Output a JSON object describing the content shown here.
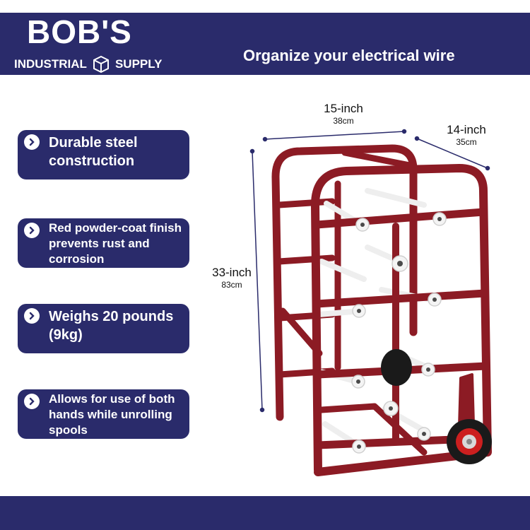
{
  "brand": {
    "name": "BOB'S",
    "sub_left": "INDUSTRIAL",
    "sub_right": "SUPPLY",
    "icon": "box-icon"
  },
  "tagline": "Organize your electrical wire",
  "colors": {
    "navy": "#2a2b6b",
    "frame_red": "#8c1b24",
    "spool_white": "#f2f2f2"
  },
  "features": [
    {
      "icon": "chevron-right-icon",
      "text": "Durable steel construction"
    },
    {
      "icon": "chevron-right-icon",
      "text": "Red powder-coat finish prevents rust and corrosion"
    },
    {
      "icon": "chevron-right-icon",
      "text": "Weighs 20 pounds (9kg)"
    },
    {
      "icon": "chevron-right-icon",
      "text": "Allows for use of both hands while unrolling spools"
    }
  ],
  "dimensions": {
    "width": {
      "imperial": "15-inch",
      "metric": "38cm"
    },
    "depth": {
      "imperial": "14-inch",
      "metric": "35cm"
    },
    "height": {
      "imperial": "33-inch",
      "metric": "83cm"
    }
  }
}
